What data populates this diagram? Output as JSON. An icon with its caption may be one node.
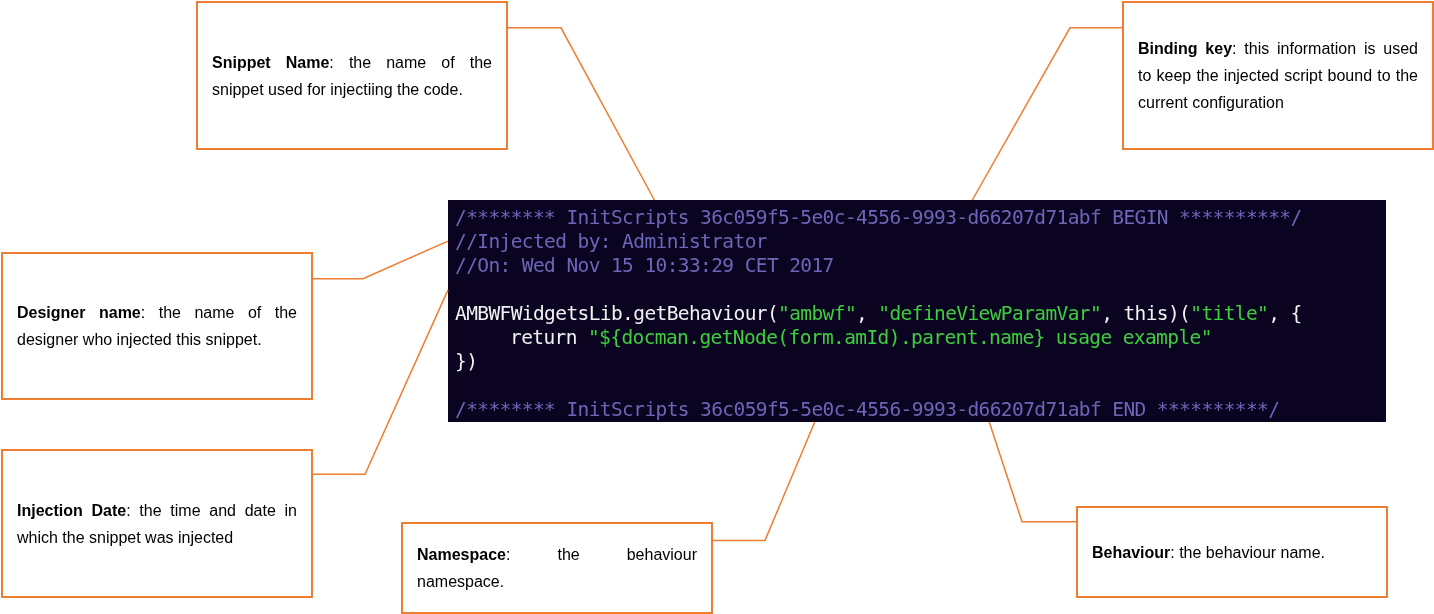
{
  "diagram": {
    "nodes": [
      {
        "text": [
          "**Snippet Name**: the name of the snippet used for injectiing the code."
        ]
      },
      {
        "text": [
          "**Binding key**: this information is used to keep the injected script bound to the current configuration"
        ]
      },
      {
        "text": [
          "**Designer name**: the name of the designer who injected this snippet."
        ]
      },
      {
        "text": [
          "**Injection Date**: the time and date in which the snippet was injected"
        ]
      },
      {
        "text": [
          "**Namespace**: the behaviour namespace."
        ]
      },
      {
        "text": [
          "**Behaviour**: the behaviour name."
        ]
      },
      {
        "text": [
          "/******** InitScripts 36c059f5-5e0c-4556-9993-d66207d71abf BEGIN **********/",
          "//Injected by: Administrator",
          "//On: Wed Nov 15 10:33:29 CET 2017",
          "AMBWFWidgetsLib.getBehaviour(\"ambwf\", \"defineViewParamVar\", this)(\"title\", {",
          "return \"${docman.getNode(form.amId).parent.name} usage example\"",
          "})",
          "/******** InitScripts 36c059f5-5e0c-4556-9993-d66207d71abf END **********/"
        ]
      }
    ],
    "edges": [
      {
        "from": 0,
        "to": 6,
        "arrow": "none"
      },
      {
        "from": 1,
        "to": 6,
        "arrow": "none"
      },
      {
        "from": 2,
        "to": 6,
        "arrow": "none"
      },
      {
        "from": 3,
        "to": 6,
        "arrow": "none"
      },
      {
        "from": 4,
        "to": 6,
        "arrow": "none"
      },
      {
        "from": 5,
        "to": 6,
        "arrow": "none"
      }
    ]
  }
}
